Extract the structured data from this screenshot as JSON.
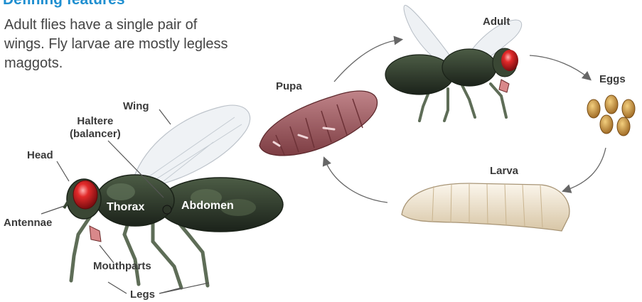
{
  "header": {
    "title": "Defining features",
    "description": "Adult flies have a single pair of wings. Fly larvae are mostly legless maggots."
  },
  "anatomy_labels": {
    "wing": "Wing",
    "haltere": "Haltere\n(balancer)",
    "head": "Head",
    "antennae": "Antennae",
    "thorax": "Thorax",
    "abdomen": "Abdomen",
    "mouthparts": "Mouthparts",
    "legs": "Legs"
  },
  "lifecycle": {
    "stages": [
      "Adult",
      "Eggs",
      "Larva",
      "Pupa"
    ]
  },
  "colors": {
    "title": "#1f8fd0",
    "body": "#2f3a2c",
    "eye": "#d8222a",
    "pupa": "#9a5358",
    "egg": "#c8913a",
    "larva": "#efe3cf"
  }
}
